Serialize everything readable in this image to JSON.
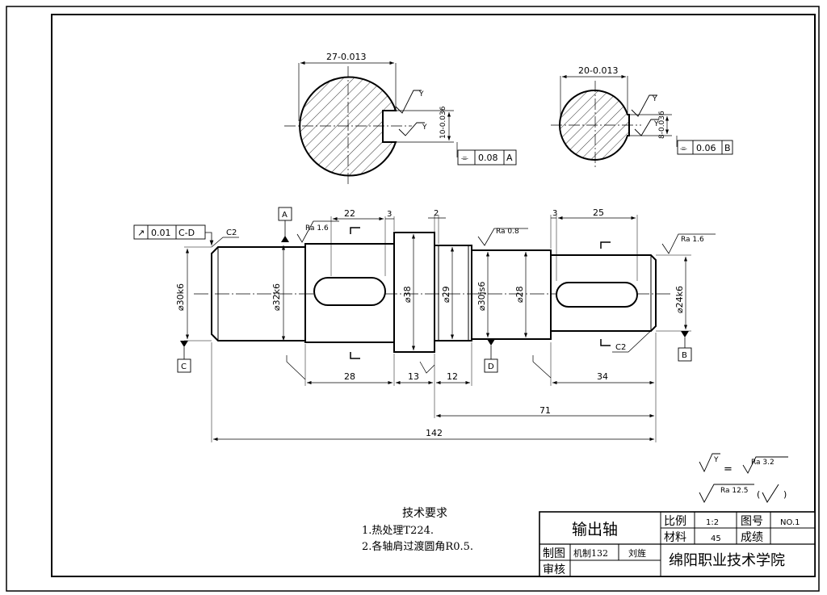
{
  "section_views": {
    "left": {
      "width_dim": "27-0.013",
      "depth_dim": "10-0.036",
      "roughness_1": "Y",
      "roughness_2": "Y",
      "tolerance_symbol": "⌯",
      "tolerance_value": "0.08",
      "datum": "A"
    },
    "right": {
      "width_dim": "20-0.013",
      "depth_dim": "8-0.036",
      "roughness_1": "Y",
      "roughness_2": "Y",
      "tolerance_symbol": "⌯",
      "tolerance_value": "0.06",
      "datum": "B"
    }
  },
  "runout_frame": {
    "symbol": "↗",
    "value": "0.01",
    "datum": "C-D"
  },
  "datum_labels": [
    "A",
    "B",
    "C",
    "D"
  ],
  "chamfers": [
    "C2",
    "C2"
  ],
  "roughness_notes": [
    "Ra 1.6",
    "Ra 0.8",
    "Ra 1.6"
  ],
  "diameters": [
    "⌀30k6",
    "⌀32k6",
    "⌀38",
    "⌀29",
    "⌀30js6",
    "⌀28",
    "⌀24k6"
  ],
  "dimensions": {
    "keyway_len_1": "22",
    "keyway_off_1": "3",
    "gap_2": "2",
    "keyway_off_2": "3",
    "keyway_len_2": "25",
    "seg_28": "28",
    "seg_13": "13",
    "seg_12": "12",
    "seg_34": "34",
    "len_71": "71",
    "len_142": "142"
  },
  "surface_legend": {
    "y_symbol": "Y",
    "equals": "=",
    "ra_32": "Ra 3.2",
    "ra_125": "Ra 12.5"
  },
  "tech_requirements": {
    "title": "技术要求",
    "items": [
      "1.热处理T224.",
      "2.各轴肩过渡圆角R0.5."
    ]
  },
  "title_block": {
    "part_name": "输出轴",
    "scale_label": "比例",
    "scale_value": "1:2",
    "drawing_no_label": "图号",
    "drawing_no_value": "NO.1",
    "material_label": "材料",
    "material_value": "45",
    "grade_label": "成绩",
    "drawn_label": "制图",
    "drawn_class": "机制132",
    "drawn_name": "刘旌",
    "checked_label": "审核",
    "school": "绵阳职业技术学院"
  }
}
